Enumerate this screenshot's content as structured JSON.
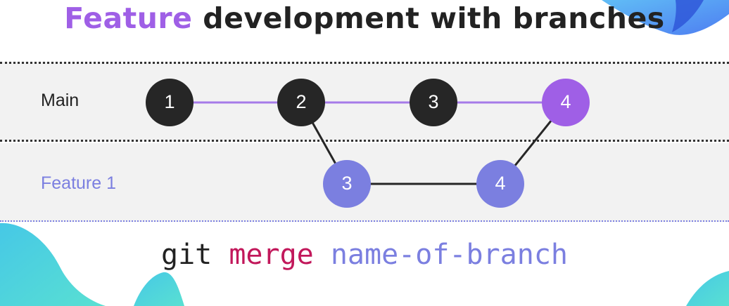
{
  "title": {
    "accent": "Feature",
    "rest": "development with branches"
  },
  "lanes": [
    {
      "id": "main",
      "label": "Main"
    },
    {
      "id": "feature",
      "label": "Feature 1"
    }
  ],
  "commits": [
    {
      "id": "m1",
      "lane": "main",
      "label": "1",
      "color": "#262626"
    },
    {
      "id": "m2",
      "lane": "main",
      "label": "2",
      "color": "#262626"
    },
    {
      "id": "m3",
      "lane": "main",
      "label": "3",
      "color": "#262626"
    },
    {
      "id": "m4",
      "lane": "main",
      "label": "4",
      "color": "#9f5fe6"
    },
    {
      "id": "f3",
      "lane": "feature",
      "label": "3",
      "color": "#7b7fe0"
    },
    {
      "id": "f4",
      "lane": "feature",
      "label": "4",
      "color": "#7b7fe0"
    }
  ],
  "edges": [
    {
      "from": "m1",
      "to": "m2",
      "color": "#a67be8"
    },
    {
      "from": "m2",
      "to": "m3",
      "color": "#a67be8"
    },
    {
      "from": "m3",
      "to": "m4",
      "color": "#a67be8"
    },
    {
      "from": "m2",
      "to": "f3",
      "color": "#262626"
    },
    {
      "from": "f3",
      "to": "f4",
      "color": "#262626"
    },
    {
      "from": "f4",
      "to": "m4",
      "color": "#262626"
    }
  ],
  "command": {
    "git": "git",
    "subcommand": "merge",
    "argument": "name-of-branch"
  },
  "colors": {
    "accent": "#9f5fe6",
    "feature": "#7b7fe0",
    "dark": "#262626",
    "command_keyword": "#c2185b"
  }
}
